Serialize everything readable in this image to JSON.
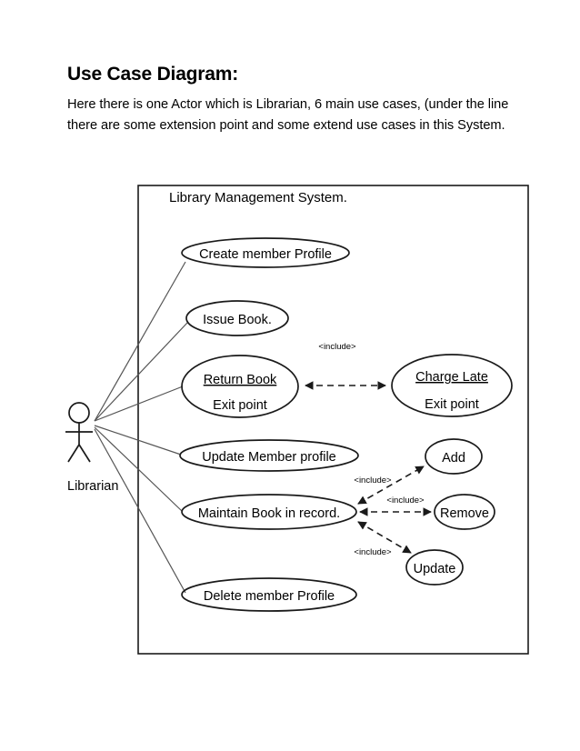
{
  "document": {
    "heading": "Use Case Diagram:",
    "intro": "Here there is one Actor which is Librarian, 6 main use cases, (under the line there are some extension point and some extend use cases in this System."
  },
  "diagram": {
    "type": "uml-use-case-diagram",
    "system_boundary_title": "Library Management System.",
    "actors": [
      {
        "name": "Librarian",
        "label": "Librarian"
      }
    ],
    "use_cases": [
      {
        "id": "create-member-profile",
        "label": "Create member Profile",
        "extension_point": null
      },
      {
        "id": "issue-book",
        "label": "Issue Book.",
        "extension_point": null
      },
      {
        "id": "return-book",
        "label": "Return Book",
        "extension_point": "Exit point"
      },
      {
        "id": "charge-late",
        "label": "Charge Late",
        "extension_point": "Exit point"
      },
      {
        "id": "update-member-profile",
        "label": "Update Member profile",
        "extension_point": null
      },
      {
        "id": "maintain-book-in-record",
        "label": "Maintain Book in record.",
        "extension_point": null
      },
      {
        "id": "delete-member-profile",
        "label": "Delete member Profile",
        "extension_point": null
      },
      {
        "id": "add",
        "label": "Add",
        "extension_point": null
      },
      {
        "id": "remove",
        "label": "Remove",
        "extension_point": null
      },
      {
        "id": "update",
        "label": "Update",
        "extension_point": null
      }
    ],
    "relationships": [
      {
        "from": "librarian",
        "to": "create-member-profile",
        "type": "association",
        "label": null
      },
      {
        "from": "librarian",
        "to": "issue-book",
        "type": "association",
        "label": null
      },
      {
        "from": "librarian",
        "to": "return-book",
        "type": "association",
        "label": null
      },
      {
        "from": "librarian",
        "to": "update-member-profile",
        "type": "association",
        "label": null
      },
      {
        "from": "librarian",
        "to": "maintain-book-in-record",
        "type": "association",
        "label": null
      },
      {
        "from": "librarian",
        "to": "delete-member-profile",
        "type": "association",
        "label": null
      },
      {
        "from": "return-book",
        "to": "charge-late",
        "type": "include",
        "label": "<include>"
      },
      {
        "from": "maintain-book-in-record",
        "to": "add",
        "type": "include",
        "label": "<include>"
      },
      {
        "from": "maintain-book-in-record",
        "to": "remove",
        "type": "include",
        "label": "<include>"
      },
      {
        "from": "maintain-book-in-record",
        "to": "update",
        "type": "include",
        "label": "<include>"
      }
    ],
    "include_labels": {
      "return_charge": "<include>",
      "add": "<include>",
      "remove": "<include>",
      "update": "<include>"
    },
    "colors": {
      "stroke": "#1a1a1a",
      "association": "#555555",
      "background": "#ffffff",
      "text": "#000000"
    }
  }
}
